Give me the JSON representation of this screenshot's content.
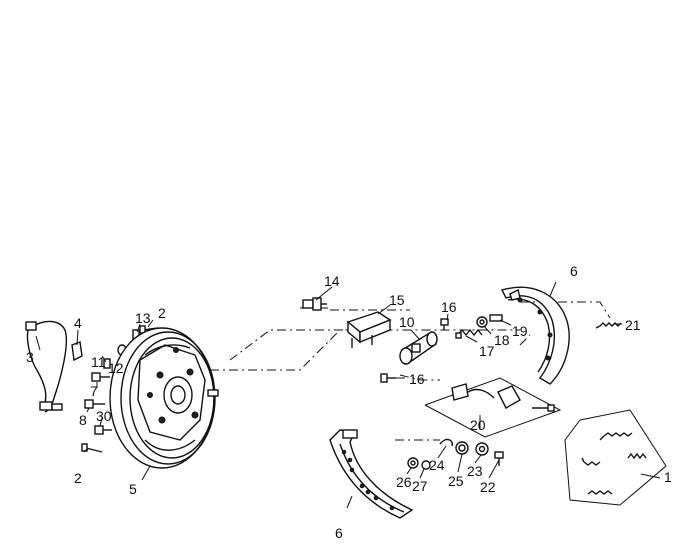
{
  "callouts": {
    "c1": "1",
    "c2a": "2",
    "c2b": "2",
    "c3": "3",
    "c4": "4",
    "c5": "5",
    "c6a": "6",
    "c6b": "6",
    "c7": "7",
    "c8": "8",
    "c10": "10",
    "c11": "11",
    "c12": "12",
    "c13": "13",
    "c14": "14",
    "c15": "15",
    "c16a": "16",
    "c16b": "16",
    "c17": "17",
    "c18": "18",
    "c19": "19",
    "c20": "20",
    "c21": "21",
    "c22": "22",
    "c23": "23",
    "c24": "24",
    "c25": "25",
    "c26": "26",
    "c27": "27",
    "c30": "30"
  }
}
